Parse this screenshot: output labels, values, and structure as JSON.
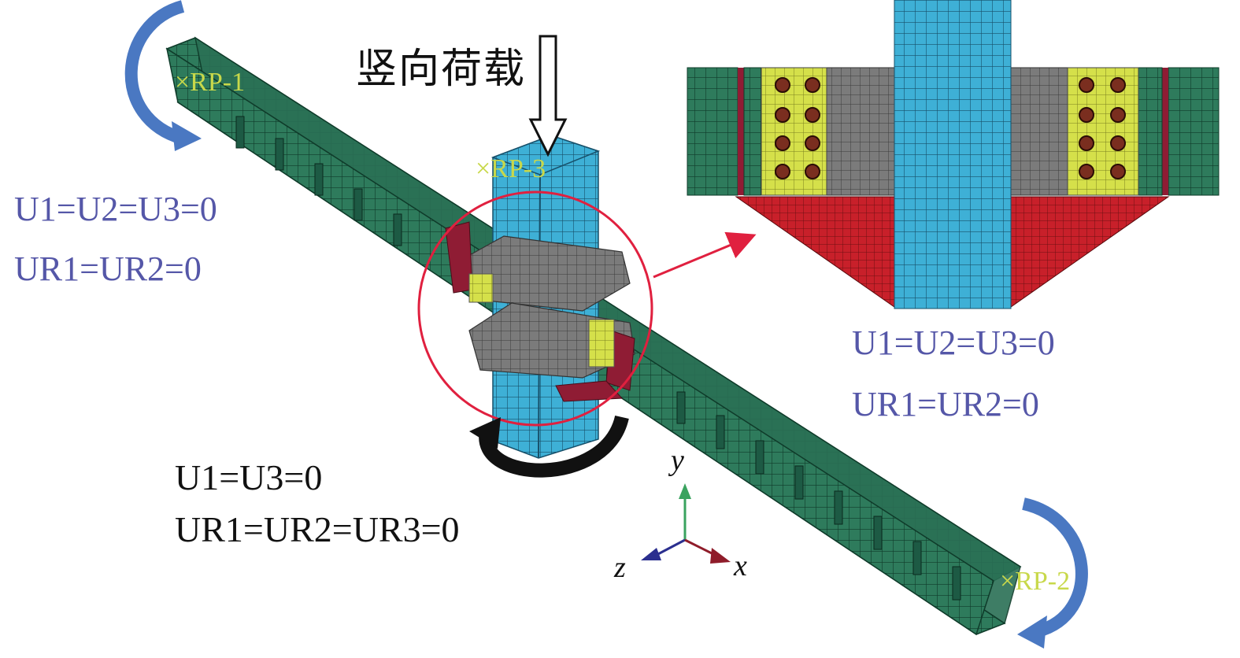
{
  "load_label": "竖向荷载",
  "reference_points": {
    "rp1": "×RP-1",
    "rp2": "×RP-2",
    "rp3": "×RP-3"
  },
  "boundary_conditions": {
    "left_translation": "U1=U2=U3=0",
    "left_rotation": "UR1=UR2=0",
    "right_translation": "U1=U2=U3=0",
    "right_rotation": "UR1=UR2=0",
    "base_translation": "U1=U3=0",
    "base_rotation": "UR1=UR2=UR3=0"
  },
  "axes": {
    "y": "y",
    "z": "z",
    "x": "x"
  },
  "colors": {
    "beam": "#2e7b5c",
    "column": "#3eb0d6",
    "plate": "#777777",
    "stiffener": "#8f1c34",
    "bolt_plate": "#d5e04a",
    "bolt": "#7a2e1f",
    "highlight_circle": "#e0203f",
    "bc_text_blue": "#5557a8",
    "rotation_arrow": "#4a78c2",
    "rp_text": "#c8d84a",
    "axis_y": "#3aa35f",
    "axis_z": "#2b2f8f",
    "axis_x": "#8f1c2a"
  }
}
